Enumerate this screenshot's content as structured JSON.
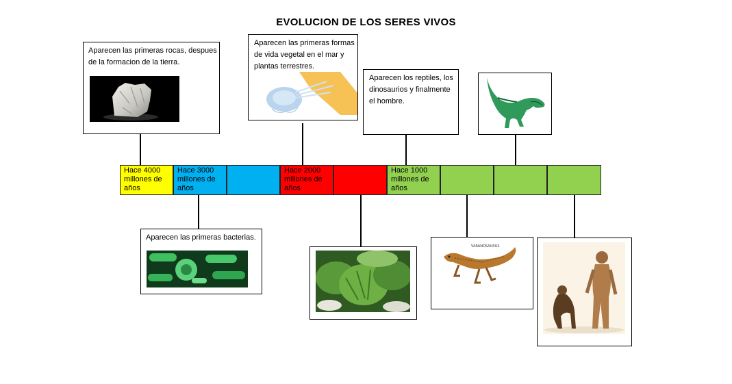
{
  "title": "EVOLUCION DE LOS SERES VIVOS",
  "colors": {
    "yellow": "#ffff00",
    "blue": "#00b0f0",
    "red": "#ff0000",
    "green": "#92d050"
  },
  "timeline": {
    "segments": [
      {
        "label": "Hace 4000 millones de años",
        "color": "yellow"
      },
      {
        "label": "Hace 3000 millones de años",
        "color": "blue"
      },
      {
        "label": "",
        "color": "blue"
      },
      {
        "label": "Hace 2000 millones de años",
        "color": "red"
      },
      {
        "label": "",
        "color": "red"
      },
      {
        "label": "Hace 1000 millones de años",
        "color": "green"
      },
      {
        "label": "",
        "color": "green"
      },
      {
        "label": "",
        "color": "green"
      },
      {
        "label": "",
        "color": "green"
      }
    ]
  },
  "events": {
    "rocks": {
      "text": "Aparecen las primeras rocas, despues de la formacion de la tierra.",
      "image": "rock-image"
    },
    "bacteria": {
      "text": "Aparecen las primeras bacterias.",
      "image": "bacteria-image"
    },
    "plants": {
      "text": "Aparecen las primeras formas de vida vegetal en el mar y plantas terrestres.",
      "image": "jellyfish-image"
    },
    "reptiles": {
      "text": "Aparecen los reptiles, los dinosaurios y finalmente el hombre."
    }
  },
  "images": {
    "plants_photo": "plants-image",
    "dinosaur": "dinosaur-image",
    "lizard": {
      "caption": "VARANOSAURUS"
    },
    "evolution": "human-evolution-image"
  }
}
